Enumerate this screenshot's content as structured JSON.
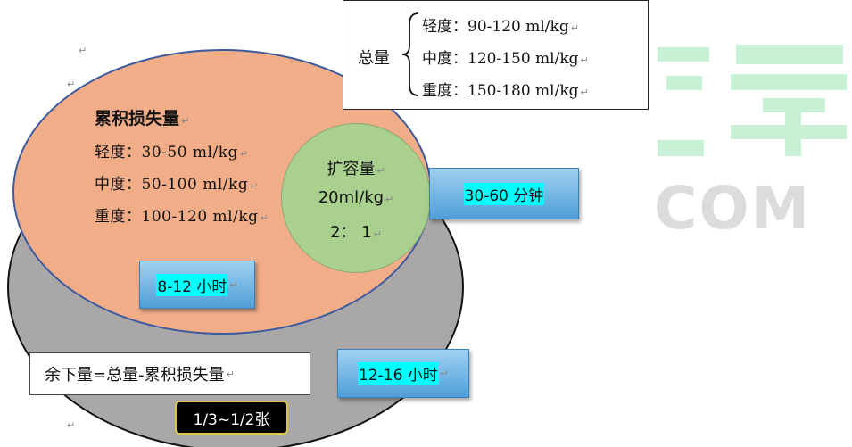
{
  "cumulative": {
    "title": "累积损失量",
    "lines": [
      {
        "label": "轻度：",
        "value": "30-50 ml/kg"
      },
      {
        "label": "中度：",
        "value": "50-100 ml/kg"
      },
      {
        "label": "重度：",
        "value": "100-120 ml/kg"
      }
    ]
  },
  "expansion": {
    "title": "扩容量",
    "amount": "20ml/kg",
    "ratio": "2： 1"
  },
  "total": {
    "label": "总量",
    "lines": [
      {
        "label": "轻度：",
        "value": "90-120 ml/kg"
      },
      {
        "label": "中度：",
        "value": "120-150 ml/kg"
      },
      {
        "label": "重度：",
        "value": "150-180 ml/kg"
      }
    ]
  },
  "time_boxes": {
    "expansion_time": "30-60 分钟",
    "cumulative_time": "8-12 小时",
    "remainder_time": "12-16 小时"
  },
  "remainder": {
    "formula": "余下量=总量-累积损失量"
  },
  "fraction": "1/3~1/2张",
  "watermark": {
    "text": "COM"
  },
  "colors": {
    "grey_ellipse": "#a9a7a8",
    "orange_ellipse": "#f0ad88",
    "green_circle": "#a9d08e",
    "time_box": "#4f9fd8",
    "label_highlight": "#00ffff"
  }
}
